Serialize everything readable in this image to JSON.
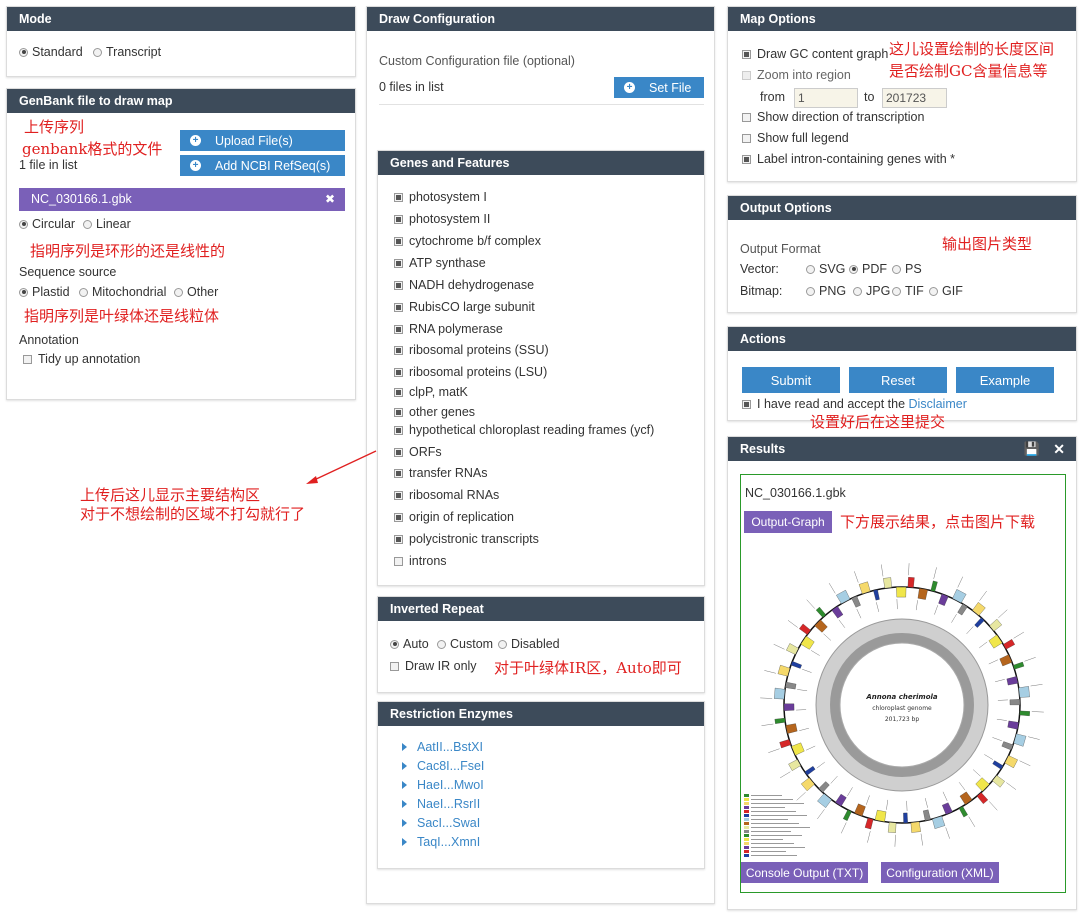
{
  "mode": {
    "title": "Mode",
    "options": [
      "Standard",
      "Transcript"
    ]
  },
  "genbank": {
    "title": "GenBank file to draw map",
    "upload_label": "Upload File(s)",
    "ncbi_label": "Add NCBI RefSeq(s)",
    "file_count": "1 file in list",
    "file_name": "NC_030166.1.gbk",
    "remove_icon": "✖",
    "topology": [
      "Circular",
      "Linear"
    ],
    "source_label": "Sequence source",
    "sources": [
      "Plastid",
      "Mitochondrial",
      "Other"
    ],
    "annotation_label": "Annotation",
    "tidy_label": "Tidy up annotation"
  },
  "draw_config": {
    "title": "Draw Configuration",
    "custom_label": "Custom Configuration file (optional)",
    "file_count": "0 files in list",
    "set_file": "Set File"
  },
  "genes": {
    "title": "Genes and Features",
    "items": [
      {
        "label": "photosystem I",
        "checked": true
      },
      {
        "label": "photosystem II",
        "checked": true
      },
      {
        "label": "cytochrome b/f complex",
        "checked": true
      },
      {
        "label": "ATP synthase",
        "checked": true
      },
      {
        "label": "NADH dehydrogenase",
        "checked": true
      },
      {
        "label": "RubisCO large subunit",
        "checked": true
      },
      {
        "label": "RNA polymerase",
        "checked": true
      },
      {
        "label": "ribosomal proteins (SSU)",
        "checked": true
      },
      {
        "label": "ribosomal proteins (LSU)",
        "checked": true
      },
      {
        "label": "clpP, matK",
        "checked": true
      },
      {
        "label": "other genes",
        "checked": true
      },
      {
        "label": "hypothetical chloroplast reading frames (ycf)",
        "checked": true
      },
      {
        "label": "ORFs",
        "checked": true
      },
      {
        "label": "transfer RNAs",
        "checked": true
      },
      {
        "label": "ribosomal RNAs",
        "checked": true
      },
      {
        "label": "origin of replication",
        "checked": true
      },
      {
        "label": "polycistronic transcripts",
        "checked": true
      },
      {
        "label": "introns",
        "checked": false
      }
    ]
  },
  "ir": {
    "title": "Inverted Repeat",
    "options": [
      "Auto",
      "Custom",
      "Disabled"
    ],
    "draw_ir_only": "Draw IR only"
  },
  "enzymes": {
    "title": "Restriction Enzymes",
    "items": [
      "AatII...BstXI",
      "Cac8I...FseI",
      "HaeI...MwoI",
      "NaeI...RsrII",
      "SacI...SwaI",
      "TaqI...XmnI"
    ]
  },
  "map_options": {
    "title": "Map Options",
    "gc_content": "Draw GC content graph",
    "zoom": "Zoom into region",
    "from_label": "from",
    "from_value": "1",
    "to_label": "to",
    "to_value": "201723",
    "direction": "Show direction of transcription",
    "full_legend": "Show full legend",
    "intron_label": "Label intron-containing genes with *"
  },
  "output_options": {
    "title": "Output Options",
    "format_label": "Output Format",
    "vector_label": "Vector:",
    "vector_options": [
      "SVG",
      "PDF",
      "PS"
    ],
    "bitmap_label": "Bitmap:",
    "bitmap_options": [
      "PNG",
      "JPG",
      "TIF",
      "GIF"
    ]
  },
  "actions": {
    "title": "Actions",
    "submit": "Submit",
    "reset": "Reset",
    "example": "Example",
    "accept_text": "I have read and accept the",
    "disclaimer": "Disclaimer"
  },
  "results": {
    "title": "Results",
    "file_name": "NC_030166.1.gbk",
    "output_graph": "Output-Graph",
    "map_species": "Annona cherimola",
    "map_genome": "chloroplast genome",
    "map_length": "201,723 bp",
    "console_output": "Console Output (TXT)",
    "configuration": "Configuration (XML)"
  },
  "annotations": {
    "upload_seq": "上传序列",
    "genbank_format": "genbank格式的文件",
    "topology_note": "指明序列是环形的还是线性的",
    "source_note": "指明序列是叶绿体还是线粒体",
    "region_note_1": "上传后这儿显示主要结构区",
    "region_note_2": "对于不想绘制的区域不打勾就行了",
    "ir_note": "对于叶绿体IR区，Auto即可",
    "map_note_1": "这儿设置绘制的长度区间",
    "map_note_2": "是否绘制GC含量信息等",
    "output_note": "输出图片类型",
    "submit_note": "设置好后在这里提交",
    "result_note": "下方展示结果，点击图片下载"
  },
  "colors": {
    "panel_header": "#3d4b5a",
    "button_blue": "#3a87c7",
    "button_purple": "#7a60b8",
    "annotation_red": "#e02020",
    "result_border": "#2a9a2a"
  }
}
